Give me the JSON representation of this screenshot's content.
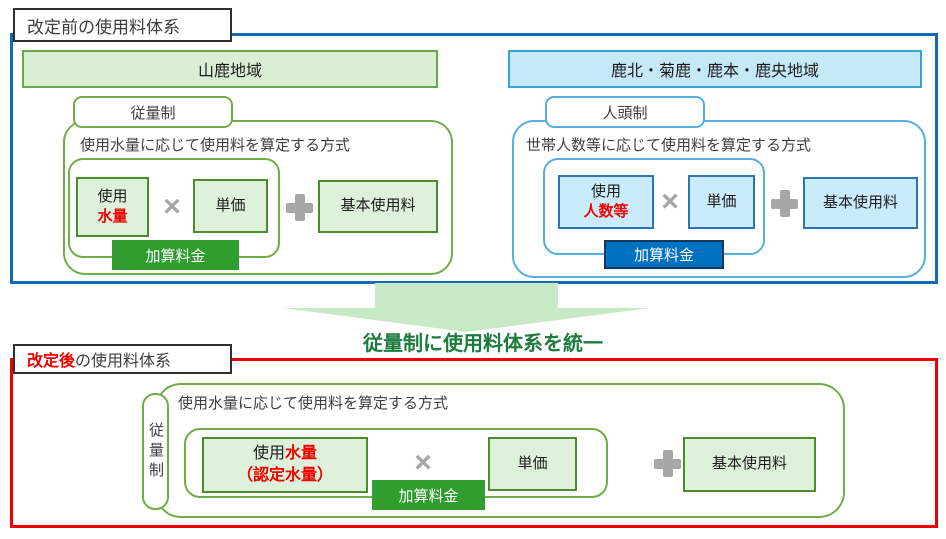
{
  "before": {
    "title": "改定前の使用料体系",
    "yamaga": {
      "region": "山鹿地域",
      "system_label": "従量制",
      "description": "使用水量に応じて使用料を算定する方式",
      "usage_line1": "使用",
      "usage_line2": "水量",
      "unit_price": "単価",
      "base_fee": "基本使用料",
      "surcharge": "加算料金"
    },
    "other_regions": {
      "region": "鹿北・菊鹿・鹿本・鹿央地域",
      "system_label": "人頭制",
      "description": "世帯人数等に応じて使用料を算定する方式",
      "usage_line1": "使用",
      "usage_line2": "人数等",
      "unit_price": "単価",
      "base_fee": "基本使用料",
      "surcharge": "加算料金"
    }
  },
  "transition": {
    "message": "従量制に使用料体系を統一"
  },
  "after": {
    "title_emphasis": "改定後",
    "title_rest": "の使用料体系",
    "system_label": "従量制",
    "description": "使用水量に応じて使用料を算定する方式",
    "usage_line1_black": "使用",
    "usage_line1_red": "水量",
    "usage_line2": "（認定水量）",
    "unit_price": "単価",
    "base_fee": "基本使用料",
    "surcharge": "加算料金"
  },
  "operators": {
    "multiply": "×"
  },
  "colors": {
    "before_frame_blue": "#1169b8",
    "after_frame_red": "#f20000",
    "green_container_border": "#70ad47",
    "green_box_fill": "#def1da",
    "green_box_border": "#4e8a2e",
    "green_header_fill": "#d9eed3",
    "surcharge_green": "#2f9e2f",
    "blue_container_border": "#55aede",
    "blue_box_fill": "#c9ebfc",
    "blue_box_border": "#2e75b6",
    "blue_header_fill": "#c6e9fa",
    "surcharge_blue": "#0070c0",
    "transition_text_green": "#1e7b3e",
    "arrow_fill": "#c8e9c6",
    "operator_gray": "#a6a6a6",
    "accent_red": "#f20000"
  }
}
